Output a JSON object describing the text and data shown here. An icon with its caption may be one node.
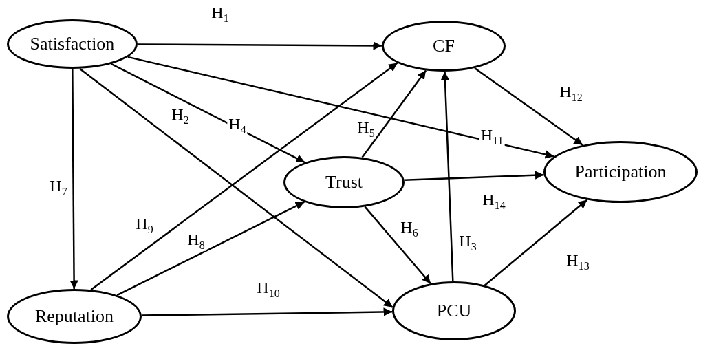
{
  "diagram": {
    "nodes": [
      {
        "text": [
          "Satisfaction"
        ]
      },
      {
        "text": [
          "CF"
        ]
      },
      {
        "text": [
          "Trust"
        ]
      },
      {
        "text": [
          "Participation"
        ]
      },
      {
        "text": [
          "Reputation"
        ]
      },
      {
        "text": [
          "PCU"
        ]
      }
    ],
    "edges": [
      {
        "from": 0,
        "to": 1,
        "arrow": "to",
        "label": "H$_{1}$"
      },
      {
        "from": 0,
        "to": 5,
        "arrow": "to",
        "label": "H$_{2}$"
      },
      {
        "from": 0,
        "to": 2,
        "arrow": "to",
        "label": "H$_{4}$"
      },
      {
        "from": 0,
        "to": 3,
        "arrow": "to",
        "label": "H$_{11}$"
      },
      {
        "from": 0,
        "to": 4,
        "arrow": "to",
        "label": "H$_{7}$"
      },
      {
        "from": 2,
        "to": 1,
        "arrow": "to",
        "label": "H$_{5}$"
      },
      {
        "from": 1,
        "to": 3,
        "arrow": "to",
        "label": "H$_{12}$"
      },
      {
        "from": 2,
        "to": 3,
        "arrow": "to",
        "label": "H$_{14}$"
      },
      {
        "from": 2,
        "to": 5,
        "arrow": "to",
        "label": "H$_{6}$"
      },
      {
        "from": 5,
        "to": 1,
        "arrow": "to",
        "label": "H$_{3}$"
      },
      {
        "from": 5,
        "to": 3,
        "arrow": "to",
        "label": "H$_{13}$"
      },
      {
        "from": 4,
        "to": 1,
        "arrow": "to",
        "label": "H$_{9}$"
      },
      {
        "from": 4,
        "to": 2,
        "arrow": "to",
        "label": "H$_{8}$"
      },
      {
        "from": 4,
        "to": 5,
        "arrow": "to",
        "label": "H$_{10}$"
      }
    ]
  }
}
